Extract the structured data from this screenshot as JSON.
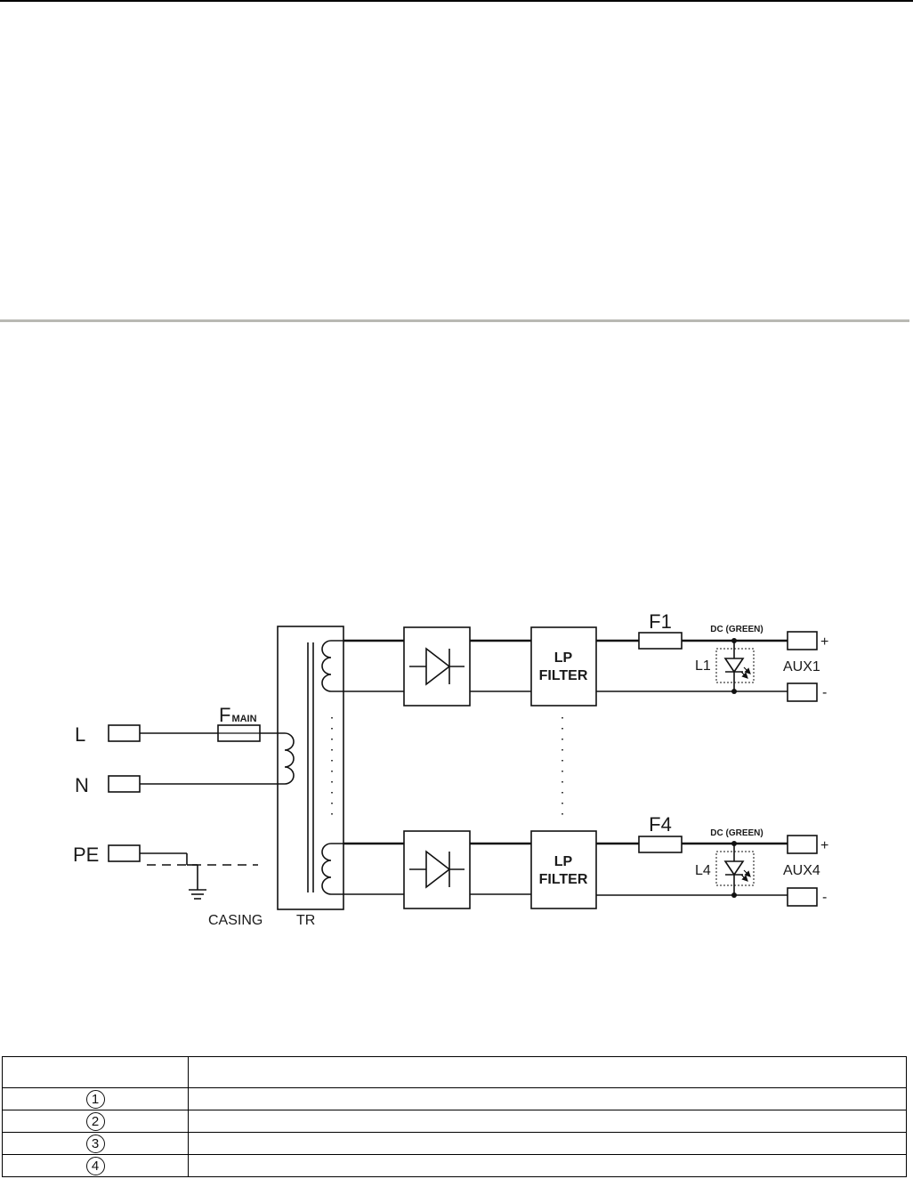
{
  "diagram": {
    "inputs": {
      "l": "L",
      "n": "N",
      "pe": "PE"
    },
    "fuse_main": {
      "letter": "F",
      "subscript": "MAIN"
    },
    "casing": "CASING",
    "transformer": "TR",
    "channels": [
      {
        "fuse": "F1",
        "dc": "DC (GREEN)",
        "led": "L1",
        "aux": "AUX1",
        "filter_line1": "LP",
        "filter_line2": "FILTER",
        "plus": "+",
        "minus": "-"
      },
      {
        "fuse": "F4",
        "dc": "DC (GREEN)",
        "led": "L4",
        "aux": "AUX4",
        "filter_line1": "LP",
        "filter_line2": "FILTER",
        "plus": "+",
        "minus": "-"
      }
    ]
  },
  "legend": {
    "rows": [
      "1",
      "2",
      "3",
      "4"
    ]
  }
}
